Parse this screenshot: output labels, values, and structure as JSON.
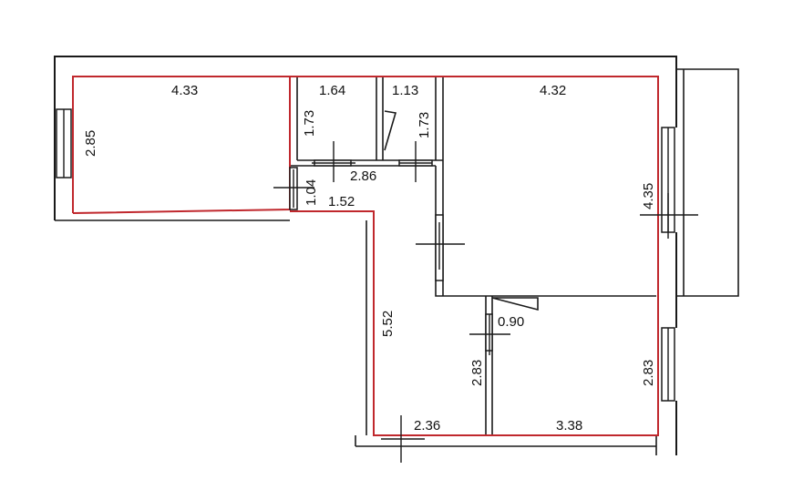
{
  "colors": {
    "room_outline": "#c0282d",
    "walls": "#1a1a1a",
    "background": "#ffffff"
  },
  "dimensions": {
    "room_left_width": "4.33",
    "room_left_height": "2.85",
    "bath_width": "1.64",
    "bath_height": "1.73",
    "wc_width": "1.13",
    "wc_height": "1.73",
    "corridor_top": "2.86",
    "corridor_short": "1.04",
    "corridor_width": "1.52",
    "corridor_length": "5.52",
    "room_right_width": "4.32",
    "room_right_height": "4.35",
    "door_width": "0.90",
    "kitchen_left_height": "2.83",
    "kitchen_right_height": "2.83",
    "hall_bottom": "2.36",
    "kitchen_width": "3.38"
  }
}
